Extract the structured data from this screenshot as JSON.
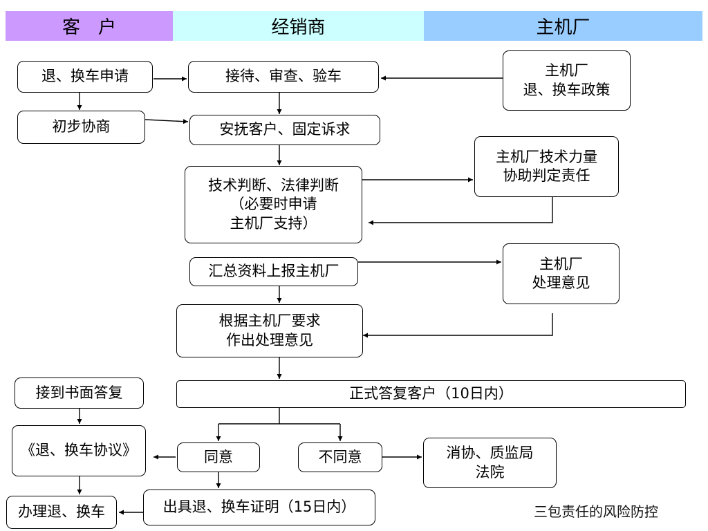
{
  "lanes": {
    "customer": "客　户",
    "dealer": "经销商",
    "manufacturer": "主机厂"
  },
  "colors": {
    "customer_lane": "#cc99ff",
    "dealer_lane": "#ccffff",
    "manufacturer_lane": "#99ccff",
    "line": "#000000"
  },
  "nodes": {
    "return_request": "退、换车申请",
    "initial_negotiation": "初步协商",
    "reception_inspection": "接待、审查、验车",
    "appease_customer": "安抚客户、固定诉求",
    "technical_legal_judgment": "技术判断、法律判断\n（必要时申请\n主机厂支持）",
    "oem_policy": "主机厂\n退、换车政策",
    "oem_technical_support": "主机厂技术力量\n协助判定责任",
    "report_to_oem": "汇总资料上报主机厂",
    "oem_opinion": "主机厂\n处理意见",
    "handle_per_oem": "根据主机厂要求\n作出处理意见",
    "written_reply_received": "接到书面答复",
    "formal_reply": "正式答复客户（10日内）",
    "agreement": "《退、换车协议》",
    "agree": "同意",
    "disagree": "不同意",
    "consumer_association": "消协、质监局\n法院",
    "process_return": "办理退、换车",
    "issue_certificate": "出具退、换车证明（15日内）"
  },
  "footer": "三包责任的风险防控"
}
